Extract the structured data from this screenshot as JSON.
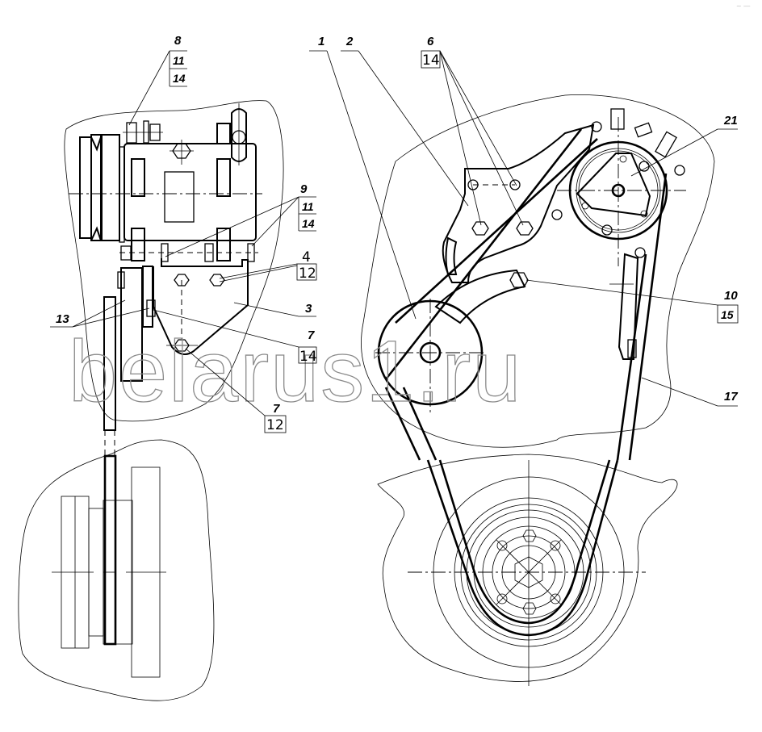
{
  "drawing": {
    "title": "Compressor drive assembly — belt and bracket installation",
    "watermark": "belarus1.ru",
    "corner_mark": "~ ―"
  },
  "callouts": {
    "c8": {
      "num": "8",
      "sub": [
        "11",
        "14"
      ]
    },
    "c9": {
      "num": "9",
      "sub": [
        "11",
        "14"
      ]
    },
    "c4": {
      "num": "4",
      "sub": [
        "12"
      ]
    },
    "c3": {
      "num": "3"
    },
    "c13": {
      "num": "13"
    },
    "c7a": {
      "num": "7",
      "sub": [
        "14"
      ]
    },
    "c7b": {
      "num": "7",
      "sub": [
        "12"
      ]
    },
    "c1": {
      "num": "1"
    },
    "c2": {
      "num": "2"
    },
    "c6": {
      "num": "6",
      "sub": [
        "14"
      ]
    },
    "c21": {
      "num": "21"
    },
    "c10": {
      "num": "10",
      "sub": [
        "15"
      ]
    },
    "c17": {
      "num": "17"
    }
  },
  "views": {
    "side_view": "compressor-side-view",
    "front_view": "compressor-front-view",
    "crank_pulley_side": "crankshaft-pulley-side-view",
    "crank_pulley_front": "crankshaft-pulley-front-view"
  }
}
